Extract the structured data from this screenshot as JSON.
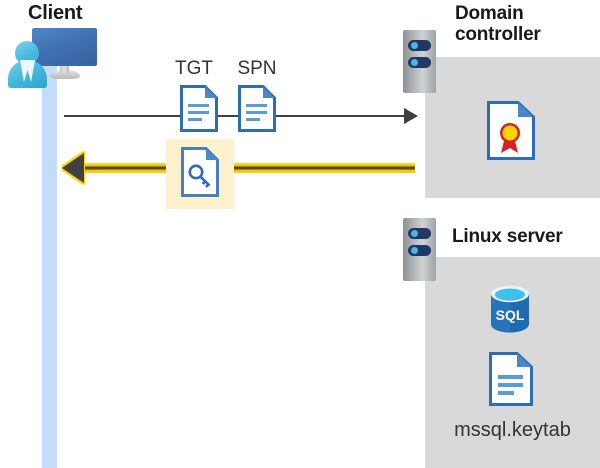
{
  "diagram": {
    "type": "sequence-flow",
    "title": "Kerberos authentication flow between client, domain controller and Linux server",
    "background_color": "#ffffff",
    "panel_color": "#d9d9d9",
    "highlight_color": "#fdf2cd",
    "accent_yellow": "#ffd400",
    "accent_blue": "#3f6fb0",
    "lifeline_color": "#c3ddfb"
  },
  "actors": {
    "client": {
      "label": "Client",
      "icon": "user-computer-icon"
    },
    "domain_controller": {
      "label_line1": "Domain",
      "label_line2": "controller",
      "label": "Domain controller",
      "icon": "server-rack-icon",
      "contents": [
        {
          "name": "certificate",
          "icon": "certificate-document-icon",
          "label": ""
        }
      ]
    },
    "linux_server": {
      "label": "Linux server",
      "icon": "server-rack-icon",
      "contents": [
        {
          "name": "sql-database",
          "icon": "sql-database-icon",
          "label": "SQL"
        },
        {
          "name": "keytab-file",
          "icon": "document-icon",
          "label": "mssql.keytab"
        }
      ]
    }
  },
  "messages": [
    {
      "id": "request",
      "direction": "client-to-domain-controller",
      "color": "#404040",
      "style": "thin-arrow",
      "tokens": [
        {
          "label": "TGT",
          "icon": "document-icon"
        },
        {
          "label": "SPN",
          "icon": "document-icon"
        }
      ]
    },
    {
      "id": "response",
      "direction": "domain-controller-to-client",
      "color": "#ffd400",
      "style": "thick-arrow",
      "highlighted": true,
      "tokens": [
        {
          "label": "",
          "icon": "key-document-icon"
        }
      ]
    }
  ],
  "labels": {
    "tgt": "TGT",
    "spn": "SPN",
    "keytab": "mssql.keytab",
    "sql": "SQL"
  }
}
